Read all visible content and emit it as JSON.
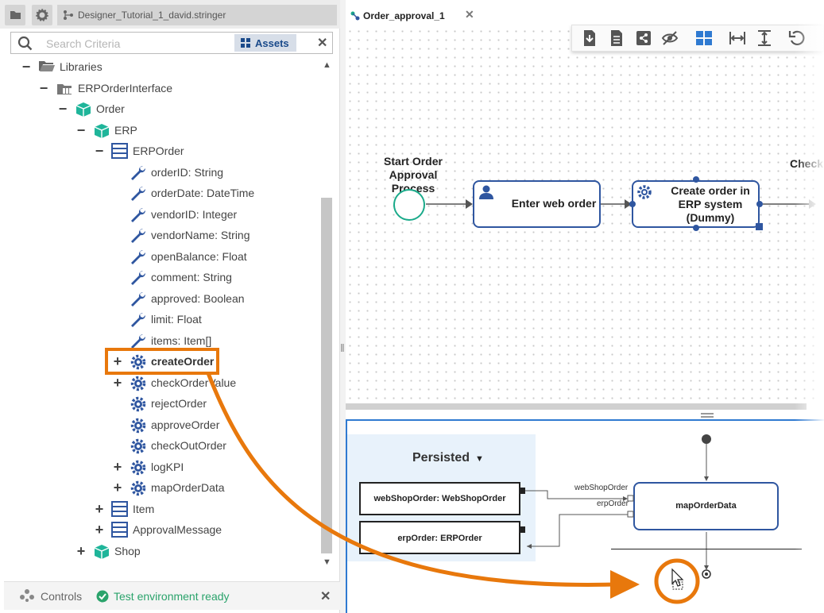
{
  "left_panel": {
    "project_tab": "Designer_Tutorial_1_david.stringer",
    "search": {
      "placeholder": "Search Criteria",
      "assets_label": "Assets"
    },
    "tree": [
      {
        "label": "Libraries",
        "expander": "−",
        "icon": "folder-open-icon"
      },
      {
        "label": "ERPOrderInterface",
        "expander": "−",
        "icon": "library-folder-icon"
      },
      {
        "label": "Order",
        "expander": "−",
        "icon": "package-icon"
      },
      {
        "label": "ERP",
        "expander": "−",
        "icon": "package-icon"
      },
      {
        "label": "ERPOrder",
        "expander": "−",
        "icon": "class-icon"
      },
      {
        "label": "orderID: String",
        "expander": "",
        "icon": "wrench-icon"
      },
      {
        "label": "orderDate: DateTime",
        "expander": "",
        "icon": "wrench-icon"
      },
      {
        "label": "vendorID: Integer",
        "expander": "",
        "icon": "wrench-icon"
      },
      {
        "label": "vendorName: String",
        "expander": "",
        "icon": "wrench-icon"
      },
      {
        "label": "openBalance: Float",
        "expander": "",
        "icon": "wrench-icon"
      },
      {
        "label": "comment: String",
        "expander": "",
        "icon": "wrench-icon"
      },
      {
        "label": "approved: Boolean",
        "expander": "",
        "icon": "wrench-icon"
      },
      {
        "label": "limit: Float",
        "expander": "",
        "icon": "wrench-icon"
      },
      {
        "label": "items: Item[]",
        "expander": "",
        "icon": "wrench-icon"
      },
      {
        "label": "createOrder",
        "expander": "+",
        "icon": "gear-icon"
      },
      {
        "label": "checkOrderValue",
        "expander": "+",
        "icon": "gear-icon"
      },
      {
        "label": "rejectOrder",
        "expander": "",
        "icon": "gear-icon"
      },
      {
        "label": "approveOrder",
        "expander": "",
        "icon": "gear-icon"
      },
      {
        "label": "checkOutOrder",
        "expander": "",
        "icon": "gear-icon"
      },
      {
        "label": "logKPI",
        "expander": "+",
        "icon": "gear-icon"
      },
      {
        "label": "mapOrderData",
        "expander": "+",
        "icon": "gear-icon"
      },
      {
        "label": "Item",
        "expander": "+",
        "icon": "class-icon"
      },
      {
        "label": "ApprovalMessage",
        "expander": "+",
        "icon": "class-icon"
      },
      {
        "label": "Shop",
        "expander": "+",
        "icon": "package-icon"
      }
    ],
    "bottom": {
      "controls_label": "Controls",
      "status_label": "Test environment ready"
    }
  },
  "editor": {
    "tab_label": "Order_approval_1",
    "toolbar_icons": [
      "download-icon",
      "document-icon",
      "share-icon",
      "hide-icon",
      "layout-grid-icon",
      "fit-width-icon",
      "fit-height-icon",
      "undo-icon"
    ],
    "start_event": "Start Order Approval Process",
    "task_1": "Enter web order",
    "task_2": "Create order in ERP system (Dummy)",
    "next_caption": "Check"
  },
  "data_panel": {
    "persisted_label": "Persisted",
    "var_1": "webShopOrder: WebShopOrder",
    "var_2": "erpOrder: ERPOrder",
    "mapping_task": "mapOrderData",
    "wire_1": "webShopOrder",
    "wire_2": "erpOrder"
  },
  "colors": {
    "accent_blue": "#2f56a0",
    "highlight_orange": "#e8780c",
    "start_green": "#1aaa8a",
    "status_green": "#2aa36b"
  }
}
